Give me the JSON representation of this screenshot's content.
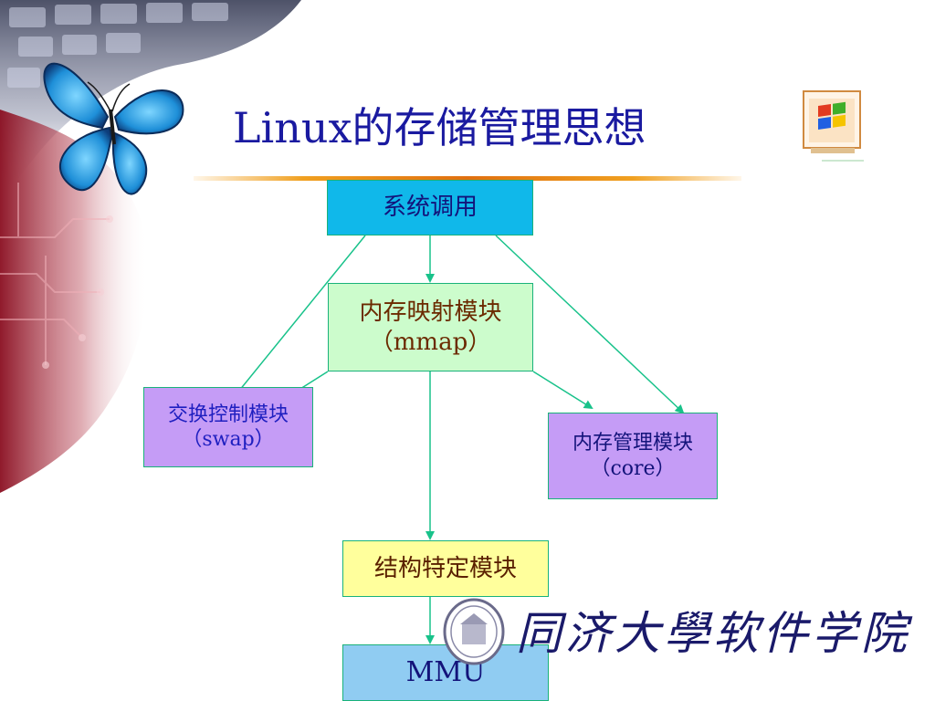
{
  "slide": {
    "title": "Linux的存储管理思想"
  },
  "diagram": {
    "nodes": {
      "syscall": {
        "line1": "系统调用"
      },
      "mmap": {
        "line1": "内存映射模块",
        "line2": "（mmap）"
      },
      "swap": {
        "line1": "交换控制模块",
        "line2": "（swap）"
      },
      "core": {
        "line1": "内存管理模块",
        "line2": "（core）"
      },
      "arch": {
        "line1": "结构特定模块"
      },
      "mmu": {
        "line1": "MMU"
      }
    },
    "edges": [
      {
        "from": "syscall",
        "to": "mmap"
      },
      {
        "from": "syscall",
        "to": "swap"
      },
      {
        "from": "syscall",
        "to": "core"
      },
      {
        "from": "mmap",
        "to": "swap"
      },
      {
        "from": "mmap",
        "to": "core"
      },
      {
        "from": "mmap",
        "to": "arch"
      },
      {
        "from": "arch",
        "to": "mmu"
      }
    ],
    "edge_color": "#18c28a"
  },
  "branding": {
    "university_name": "同济大學软件学院",
    "logo_icon": "windows-flag-icon",
    "seal_icon": "university-seal-icon"
  }
}
